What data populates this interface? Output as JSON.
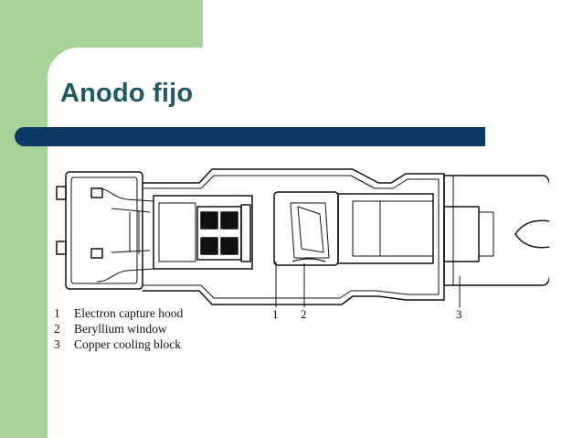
{
  "slide": {
    "title": "Anodo fijo",
    "colors": {
      "green_band": "#a8d29a",
      "title_text": "#1f5a63",
      "title_bar": "#0b3a67"
    }
  },
  "diagram": {
    "callouts": [
      {
        "number": "1"
      },
      {
        "number": "2"
      },
      {
        "number": "3"
      }
    ],
    "legend": [
      {
        "number": "1",
        "text": "Electron capture hood"
      },
      {
        "number": "2",
        "text": "Beryllium window"
      },
      {
        "number": "3",
        "text": "Copper cooling block"
      }
    ]
  }
}
